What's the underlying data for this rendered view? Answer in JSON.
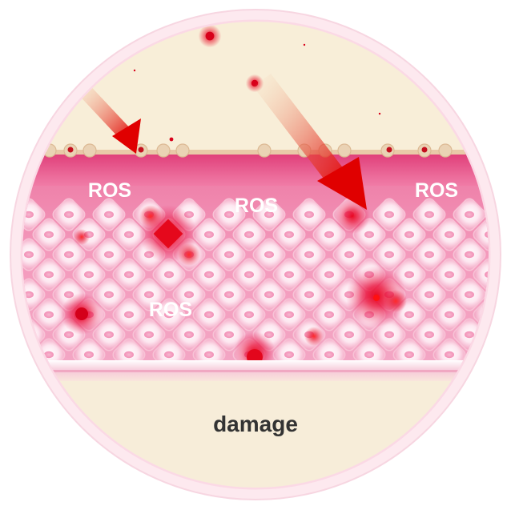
{
  "labels": {
    "ros_top_left": "ROS",
    "ros_top_center": "ROS",
    "ros_top_right": "ROS",
    "ros_middle": "ROS",
    "bottom_caption": "damage"
  },
  "colors": {
    "outer_ring": "#fbe3ea",
    "surface_layer": "#f7ecd6",
    "skin_layer": "#e94a86",
    "cell_fill": "#ffeef5",
    "ros_red": "#e8001a",
    "arrow_red": "#e00000",
    "caption_text": "#333333",
    "label_text": "#ffffff"
  },
  "icons": {
    "arrow": "red-arrow-icon",
    "ros_particle": "ros-dot-icon"
  }
}
